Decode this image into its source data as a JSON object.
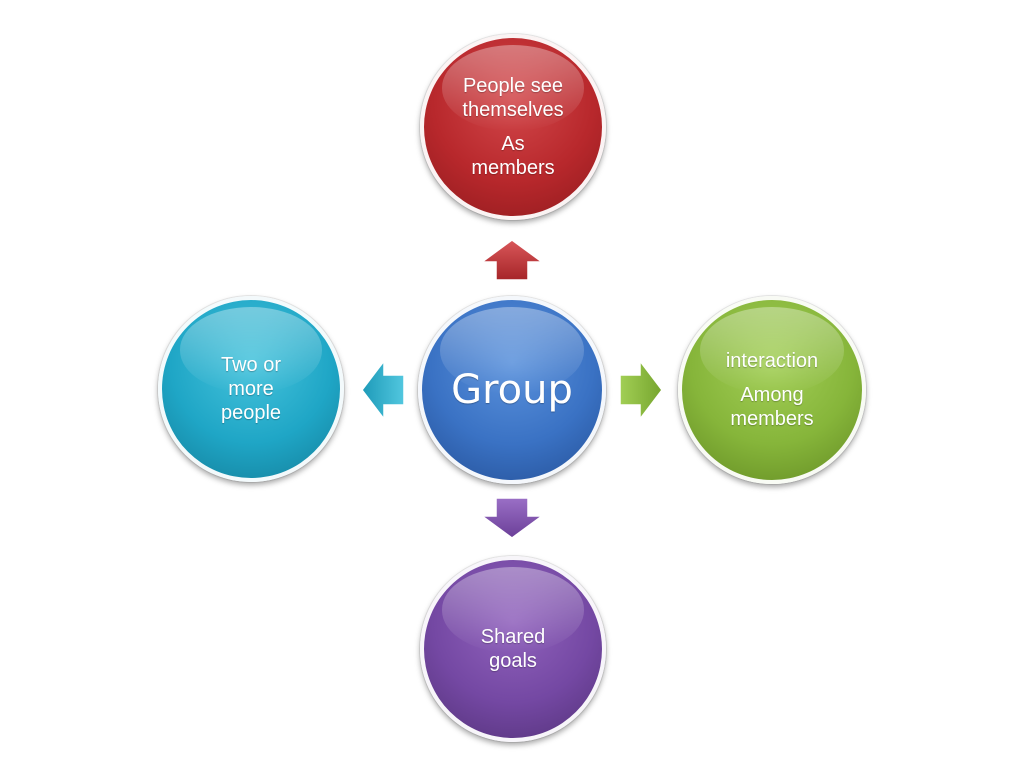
{
  "diagram": {
    "center": {
      "label": "Group",
      "color": "#3a72c4"
    },
    "top": {
      "lines": [
        "People see",
        "themselves",
        "As",
        "members"
      ],
      "color": "#b8282c"
    },
    "right": {
      "lines": [
        "interaction",
        "Among",
        "members"
      ],
      "color": "#86b53a"
    },
    "bottom": {
      "lines": [
        "Shared",
        "goals"
      ],
      "color": "#7448a3"
    },
    "left": {
      "lines": [
        "Two or",
        "more",
        "people"
      ],
      "color": "#1fa6c6"
    },
    "arrows": {
      "up": {
        "icon": "arrow-up-icon",
        "color": "#c0393b"
      },
      "right": {
        "icon": "arrow-right-icon",
        "color": "#86b53a"
      },
      "down": {
        "icon": "arrow-down-icon",
        "color": "#7b4fa8"
      },
      "left": {
        "icon": "arrow-left-icon",
        "color": "#2aaecb"
      }
    }
  }
}
